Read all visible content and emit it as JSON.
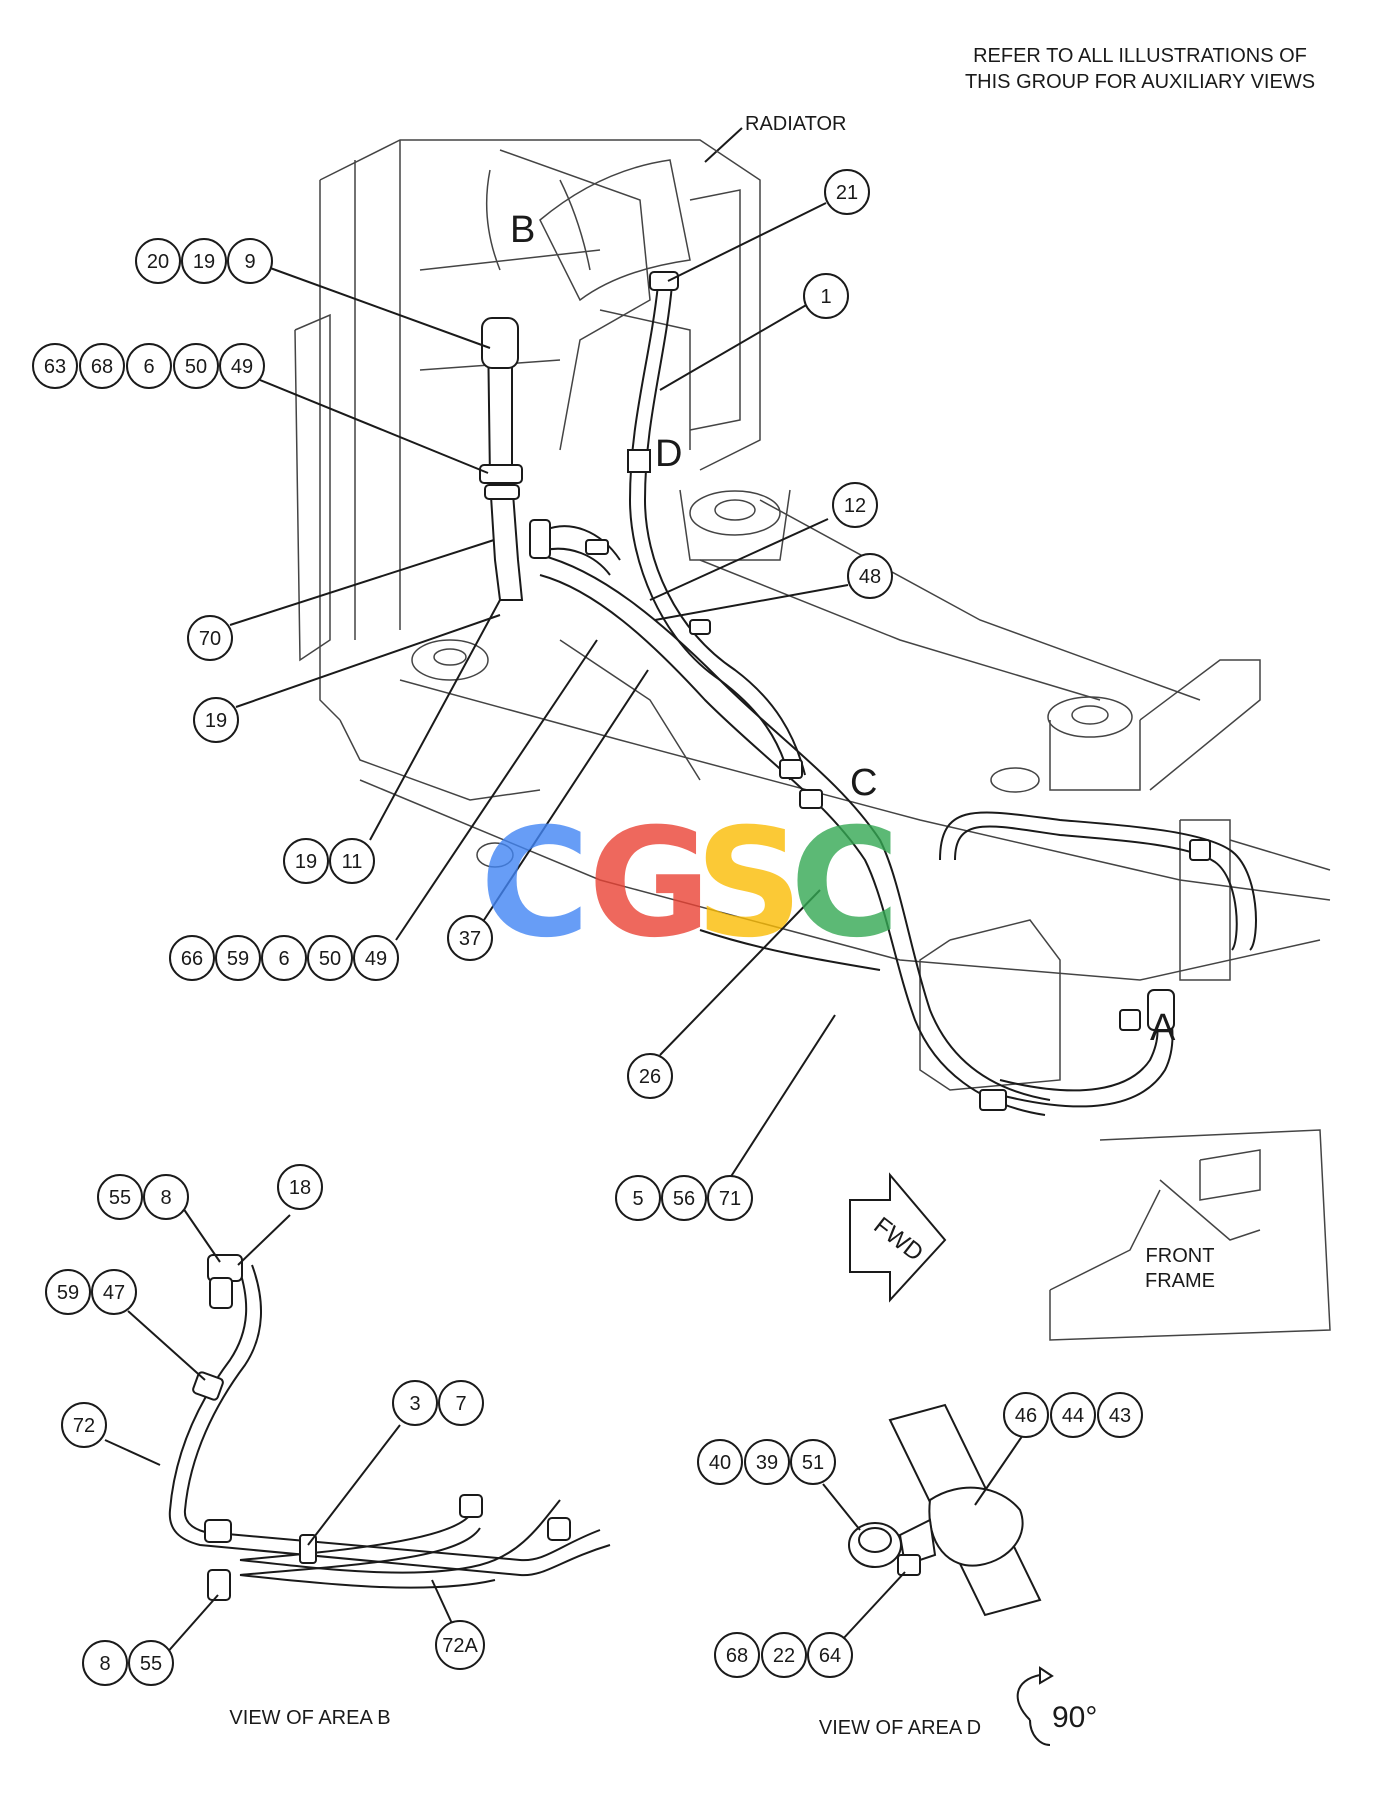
{
  "notes": {
    "refer_line1": "REFER TO ALL ILLUSTRATIONS OF",
    "refer_line2": "THIS GROUP FOR AUXILIARY VIEWS",
    "radiator": "RADIATOR",
    "front_frame_line1": "FRONT",
    "front_frame_line2": "FRAME",
    "fwd": "FWD",
    "view_b": "VIEW OF AREA B",
    "view_d": "VIEW OF AREA D",
    "rotation": "90°"
  },
  "area_letters": {
    "a": "A",
    "b": "B",
    "c": "C",
    "d": "D"
  },
  "watermark": {
    "letters": [
      "C",
      "G",
      "S",
      "C"
    ],
    "colors": [
      "#4285F4",
      "#EA4335",
      "#FBBC05",
      "#34A853"
    ]
  },
  "callouts": {
    "c20": "20",
    "c19a": "19",
    "c9": "9",
    "c63": "63",
    "c68a": "68",
    "c6a": "6",
    "c50a": "50",
    "c49a": "49",
    "c21": "21",
    "c1": "1",
    "c12": "12",
    "c48": "48",
    "c70": "70",
    "c19b": "19",
    "c19c": "19",
    "c11": "11",
    "c37": "37",
    "c66": "66",
    "c59a": "59",
    "c6b": "6",
    "c50b": "50",
    "c49b": "49",
    "c26": "26",
    "c5": "5",
    "c56": "56",
    "c71": "71",
    "c55a": "55",
    "c8a": "8",
    "c18": "18",
    "c59b": "59",
    "c47": "47",
    "c72": "72",
    "c3": "3",
    "c7": "7",
    "c8b": "8",
    "c55b": "55",
    "c72a": "72A",
    "c40": "40",
    "c39": "39",
    "c51": "51",
    "c46": "46",
    "c44": "44",
    "c43": "43",
    "c68b": "68",
    "c22": "22",
    "c64": "64"
  }
}
